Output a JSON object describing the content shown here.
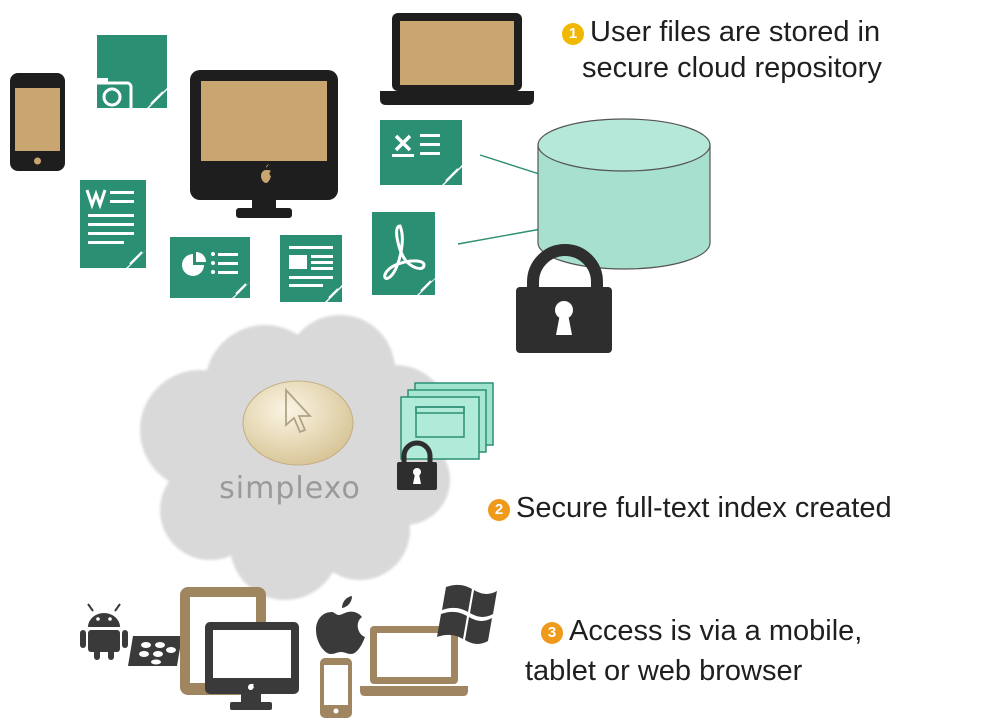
{
  "steps": [
    {
      "number": "1",
      "lines": [
        "User files are stored in",
        "secure cloud repository"
      ]
    },
    {
      "number": "2",
      "lines": [
        "Secure full-text index created"
      ]
    },
    {
      "number": "3",
      "lines": [
        "Access is via a mobile,",
        "tablet or web browser"
      ]
    }
  ],
  "logo": {
    "text": "simplexo"
  },
  "icons": {
    "top_cluster": [
      "smartphone-icon",
      "camera-file-icon",
      "desktop-monitor-icon",
      "laptop-icon",
      "spreadsheet-file-icon",
      "word-file-icon",
      "chart-file-icon",
      "document-file-icon",
      "pdf-file-icon"
    ],
    "repository": [
      "database-cylinder-icon",
      "padlock-icon"
    ],
    "index": [
      "stacked-windows-icon",
      "small-padlock-icon",
      "cloud-shape",
      "cursor-egg-logo"
    ],
    "access": [
      "android-icon",
      "blackberry-icon",
      "tablet-icon",
      "desktop-icon",
      "apple-icon",
      "phone-icon",
      "laptop-icon",
      "windows-icon"
    ]
  },
  "colors": {
    "file_green": "#2b8f73",
    "screen_tan": "#c9a56f",
    "device_dark": "#1e1e1e",
    "database_fill": "#a7e0cf",
    "cloud_gray": "#d9d9d9",
    "brand_brown": "#a08561",
    "badge_yellow": "#f0b800",
    "badge_orange": "#ef9a1a"
  }
}
